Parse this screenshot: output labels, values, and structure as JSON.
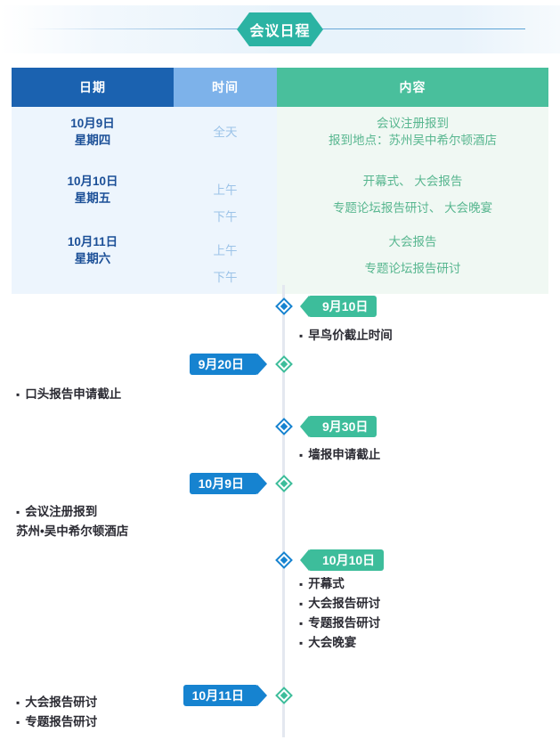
{
  "banner": {
    "title": "会议日程"
  },
  "schedule": {
    "headers": {
      "date": "日期",
      "time": "时间",
      "content": "内容"
    },
    "rows": [
      {
        "date_line1": "10月9日",
        "date_line2": "星期四",
        "times": [
          "全天"
        ],
        "contents": [
          "会议注册报到",
          "报到地点：苏州吴中希尔顿酒店"
        ]
      },
      {
        "date_line1": "10月10日",
        "date_line2": "星期五",
        "times": [
          "上午",
          "下午"
        ],
        "contents": [
          "开幕式、 大会报告",
          "专题论坛报告研讨、 大会晚宴"
        ]
      },
      {
        "date_line1": "10月11日",
        "date_line2": "星期六",
        "times": [
          "上午",
          "下午"
        ],
        "contents": [
          "大会报告",
          "专题论坛报告研讨"
        ]
      }
    ]
  },
  "timeline": {
    "events": [
      {
        "tag": "9月10日",
        "side": "right",
        "node": "blue",
        "items": [
          {
            "text": "早鸟价截止时间",
            "bullet": true
          }
        ]
      },
      {
        "tag": "9月20日",
        "side": "left",
        "node": "teal",
        "items": [
          {
            "text": "口头报告申请截止",
            "bullet": true
          }
        ]
      },
      {
        "tag": "9月30日",
        "side": "right",
        "node": "blue",
        "items": [
          {
            "text": "墙报申请截止",
            "bullet": true
          }
        ]
      },
      {
        "tag": "10月9日",
        "side": "left",
        "node": "teal",
        "items": [
          {
            "text": "会议注册报到",
            "bullet": true
          },
          {
            "text": "苏州•吴中希尔顿酒店",
            "bullet": false
          }
        ]
      },
      {
        "tag": "10月10日",
        "side": "right",
        "node": "blue",
        "items": [
          {
            "text": "开幕式",
            "bullet": true
          },
          {
            "text": "大会报告研讨",
            "bullet": true
          },
          {
            "text": "专题报告研讨",
            "bullet": true
          },
          {
            "text": "大会晚宴",
            "bullet": true
          }
        ]
      },
      {
        "tag": "10月11日",
        "side": "left",
        "node": "teal",
        "items": [
          {
            "text": "大会报告研讨",
            "bullet": true
          },
          {
            "text": "专题报告研讨",
            "bullet": true
          }
        ]
      }
    ]
  },
  "colors": {
    "header_date_bg": "#1b62b0",
    "header_time_bg": "#7db2ea",
    "header_content_bg": "#49bf9c",
    "banner_hex": "#2bb3a3",
    "tag_blue": "#1683d0",
    "tag_teal": "#3dbd9b",
    "row_left_bg": "#edf5fd",
    "row_right_bg": "#f0f8f3",
    "date_text": "#1b4f97",
    "time_text": "#9cc3e8",
    "content_text": "#57b68f",
    "axis": "#e4e8f0"
  }
}
